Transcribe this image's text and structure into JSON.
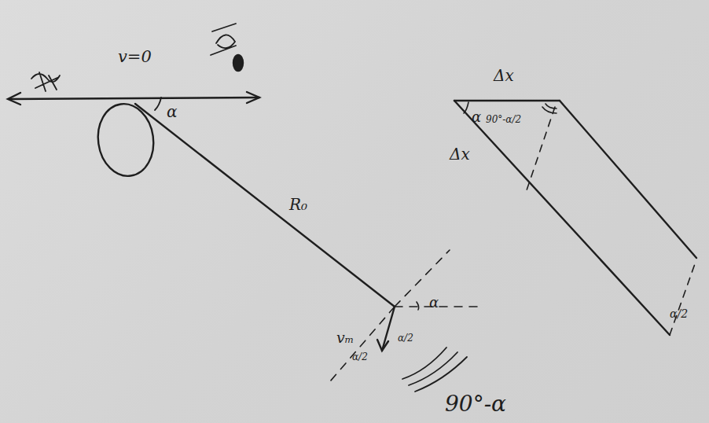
{
  "diagram": {
    "labels": [
      "v=0",
      "α",
      "R₀",
      "α",
      "vₘ",
      "α/2",
      "α/2",
      "90°-α",
      "Δx",
      "Δx",
      "α",
      "90°-α/2",
      "α/2"
    ]
  }
}
